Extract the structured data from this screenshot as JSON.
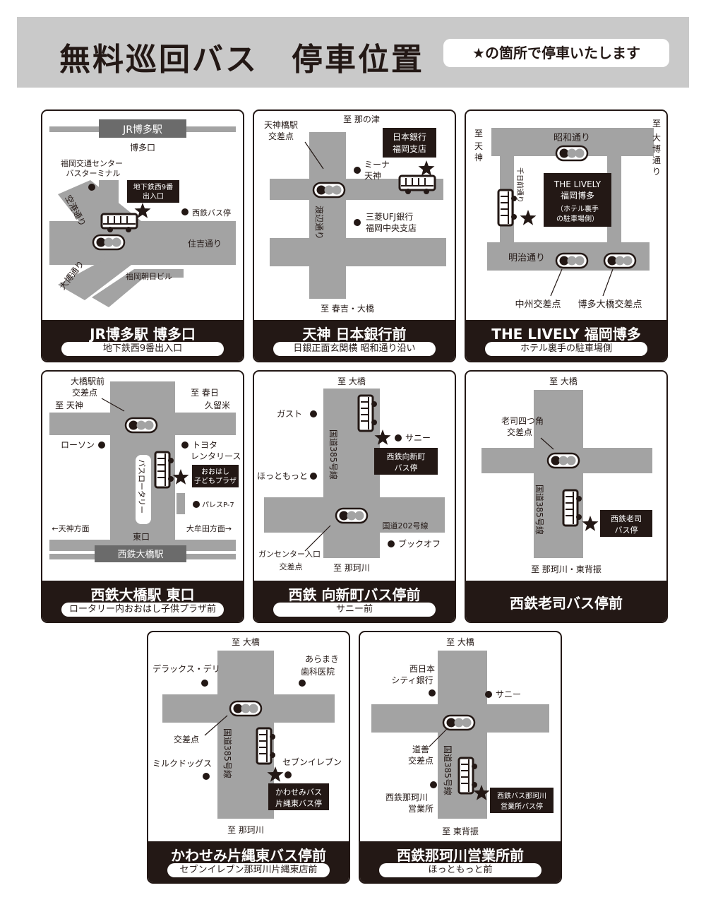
{
  "header": {
    "title": "無料巡回バス　停車位置",
    "subtitle": "★の箇所で停車いたします"
  },
  "cards": [
    {
      "name": "JR博多駅 博多口",
      "sub": "地下鉄西9番出入口",
      "labels": {
        "station": "JR博多駅",
        "exit": "博多口",
        "terminal1": "福岡交通センター",
        "terminal2": "バスターミナル",
        "stop1": "地下鉄西9番",
        "stop2": "出入口",
        "nishitetsu": "西鉄バス停",
        "kuko": "空港通り",
        "sumiyoshi": "住吉通り",
        "daihaku": "大博通り",
        "asahi": "福岡朝日ビル"
      }
    },
    {
      "name": "天神 日本銀行前",
      "sub": "日銀正面玄関横 昭和通り沿い",
      "labels": {
        "tenjinbashi1": "天神橋駅",
        "tenjinbashi2": "交差点",
        "nanotsu": "至 那の津",
        "boj1": "日本銀行",
        "boj2": "福岡支店",
        "mina1": "ミーナ",
        "mina2": "天神",
        "watanabe": "渡辺通り",
        "mufg1": "三菱UFJ銀行",
        "mufg2": "福岡中央支店",
        "south": "至 春吉・大橋"
      }
    },
    {
      "name": "THE LIVELY 福岡博多",
      "sub": "ホテル裏手の駐車場側",
      "labels": {
        "tenjin": "至 天神",
        "daihaku": "至 大博通り",
        "showa": "昭和通り",
        "chikamae": "千日前通り",
        "hotel1": "THE LIVELY",
        "hotel2": "福岡博多",
        "hotel3": "（ホテル裏手",
        "hotel4": "の駐車場側）",
        "meiji": "明治通り",
        "nakasu": "中州交差点",
        "ohashi": "博多大橋交差点"
      }
    },
    {
      "name": "西鉄大橋駅 東口",
      "sub": "ロータリー内おおはし子供プラザ前",
      "labels": {
        "ohashimae1": "大橋駅前",
        "ohashimae2": "交差点",
        "tenjin": "至 天神",
        "kasuga1": "至 春日",
        "kasuga2": "久留米",
        "lawson": "ローソン",
        "toyota1": "トヨタ",
        "toyota2": "レンタリース",
        "rotary": "バスロータリー",
        "plaza1": "おおはし",
        "plaza2": "子どもプラザ",
        "palace": "パレスP-7",
        "tenjinhomen": "←天神方面",
        "omutahomen": "大牟田方面→",
        "east": "東口",
        "station": "西鉄大橋駅"
      }
    },
    {
      "name": "西鉄 向新町バス停前",
      "sub": "サニー前",
      "labels": {
        "ohashi": "至 大橋",
        "gusto": "ガスト",
        "sunny": "サニー",
        "route385": "国道385号線",
        "stop1": "西鉄向新町",
        "stop2": "バス停",
        "hotto": "ほっともっと",
        "route202": "国道202号線",
        "cancer1": "ガンセンター入口",
        "cancer2": "交差点",
        "bookoff": "ブックオフ",
        "nakagawa": "至 那珂川"
      }
    },
    {
      "name": "西鉄老司バス停前",
      "sub": "",
      "labels": {
        "ohashi": "至 大橋",
        "roji1": "老司四つ角",
        "roji2": "交差点",
        "route385": "国道385号線",
        "stop1": "西鉄老司",
        "stop2": "バス停",
        "south": "至 那珂川・東背振"
      }
    },
    {
      "name": "かわせみ片縄東バス停前",
      "sub": "セブンイレブン那珂川片縄東店前",
      "labels": {
        "ohashi": "至 大橋",
        "arama1": "あらまき",
        "arama2": "歯科医院",
        "deluxe": "デラックス・デリ",
        "kosaten": "交差点",
        "milk": "ミルクドッグス",
        "route385": "国道385号線",
        "seven": "セブンイレブン",
        "stop1": "かわせみバス",
        "stop2": "片縄東バス停",
        "nakagawa": "至 那珂川"
      }
    },
    {
      "name": "西鉄那珂川営業所前",
      "sub": "ほっともっと前",
      "labels": {
        "ohashi": "至 大橋",
        "bank1": "西日本",
        "bank2": "シティ銀行",
        "sunny": "サニー",
        "dozen1": "道善",
        "dozen2": "交差点",
        "route385": "国道385号線",
        "office1": "西鉄那珂川",
        "office2": "営業所",
        "stop1": "西鉄バス那珂川",
        "stop2": "営業所バス停",
        "south": "至 東背振"
      }
    }
  ]
}
